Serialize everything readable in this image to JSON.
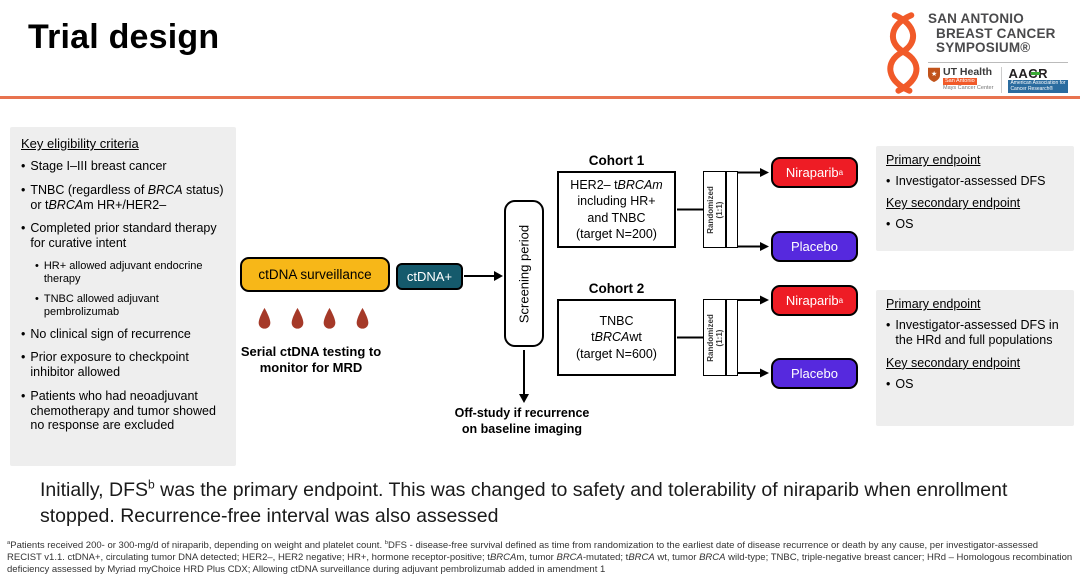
{
  "slide": {
    "title": "Trial design"
  },
  "logo": {
    "lines": [
      "SAN ANTONIO",
      "BREAST CANCER",
      "SYMPOSIUM®"
    ],
    "ut_health": "UT Health",
    "ut_sub1": "San Antonio",
    "ut_sub2": "Mays Cancer Center",
    "aacr": "AACR",
    "aacr_sub": "American Association for Cancer Research®"
  },
  "eligibility": {
    "heading": "Key eligibility criteria",
    "items": [
      {
        "level": 1,
        "rich": [
          {
            "t": "Stage I–III breast cancer"
          }
        ]
      },
      {
        "level": 1,
        "rich": [
          {
            "t": "TNBC (regardless of "
          },
          {
            "t": "BRCA",
            "s": "i"
          },
          {
            "t": " status) or t"
          },
          {
            "t": "BRCA",
            "s": "i"
          },
          {
            "t": "m HR+/HER2–"
          }
        ]
      },
      {
        "level": 1,
        "rich": [
          {
            "t": "Completed prior standard therapy for curative intent"
          }
        ]
      },
      {
        "level": 2,
        "rich": [
          {
            "t": "HR+ allowed adjuvant endocrine therapy"
          }
        ]
      },
      {
        "level": 2,
        "rich": [
          {
            "t": "TNBC allowed adjuvant pembrolizumab"
          }
        ]
      },
      {
        "level": 1,
        "rich": [
          {
            "t": "No clinical sign of recurrence"
          }
        ]
      },
      {
        "level": 1,
        "rich": [
          {
            "t": "Prior exposure to checkpoint inhibitor allowed"
          }
        ]
      },
      {
        "level": 1,
        "rich": [
          {
            "t": "Patients who had neoadjuvant chemotherapy and tumor showed no response are excluded"
          }
        ]
      }
    ]
  },
  "flow": {
    "ctdna_surveillance": "ctDNA surveillance",
    "ctdna_positive": "ctDNA+",
    "serial_note_l1": "Serial ctDNA testing to",
    "serial_note_l2": "monitor for MRD",
    "screening": "Screening period",
    "offstudy_l1": "Off-study if recurrence",
    "offstudy_l2": "on baseline imaging",
    "randomized_l1": "Randomized",
    "randomized_l2": "(1:1)"
  },
  "cohort1": {
    "header": "Cohort 1",
    "lines": [
      [
        {
          "t": "HER2– t"
        },
        {
          "t": "BRCAm",
          "s": "i"
        }
      ],
      [
        {
          "t": "including HR+"
        }
      ],
      [
        {
          "t": "and TNBC"
        }
      ],
      [
        {
          "t": "(target N=200)"
        }
      ]
    ],
    "niraparib_rich": [
      {
        "t": "Niraparib"
      },
      {
        "t": "a",
        "s": "sup"
      }
    ],
    "placebo": "Placebo"
  },
  "cohort2": {
    "header": "Cohort 2",
    "lines": [
      [
        {
          "t": "TNBC"
        }
      ],
      [
        {
          "t": "t"
        },
        {
          "t": "BRCA",
          "s": "i"
        },
        {
          "t": "wt"
        }
      ],
      [
        {
          "t": "(target N=600)"
        }
      ]
    ],
    "niraparib_rich": [
      {
        "t": "Niraparib"
      },
      {
        "t": "a",
        "s": "sup"
      }
    ],
    "placebo": "Placebo"
  },
  "endpoints1": {
    "primary_heading": "Primary endpoint",
    "primary_items": [
      "Investigator-assessed DFS"
    ],
    "secondary_heading": "Key secondary endpoint",
    "secondary_items": [
      "OS"
    ]
  },
  "endpoints2": {
    "primary_heading": "Primary endpoint",
    "primary_items": [
      "Investigator-assessed DFS in the HRd and full populations"
    ],
    "secondary_heading": "Key secondary endpoint",
    "secondary_items": [
      "OS"
    ]
  },
  "statement_rich": [
    {
      "t": "Initially, DFS"
    },
    {
      "t": "b",
      "s": "sup"
    },
    {
      "t": " was the primary endpoint. This was changed to safety and tolerability of niraparib when enrollment stopped. Recurrence-free interval was also assessed"
    }
  ],
  "footnote_rich": [
    {
      "t": "a",
      "s": "sup"
    },
    {
      "t": "Patients received 200- or 300-mg/d of niraparib, depending on weight and platelet count. "
    },
    {
      "t": "b",
      "s": "sup"
    },
    {
      "t": "DFS - disease-free survival defined as time from randomization to the earliest date of disease recurrence or death by any cause, per investigator-assessed RECIST v1.1. ctDNA+, circulating tumor DNA detected; HER2–, HER2 negative; HR+, hormone receptor-positive; t"
    },
    {
      "t": "BRCA",
      "s": "i"
    },
    {
      "t": "m, tumor "
    },
    {
      "t": "BRCA",
      "s": "i"
    },
    {
      "t": "-mutated; t"
    },
    {
      "t": "BRCA",
      "s": "i"
    },
    {
      "t": " wt, tumor "
    },
    {
      "t": "BRCA",
      "s": "i"
    },
    {
      "t": " wild-type; TNBC, triple-negative breast cancer; HRd – Homologous recombination deficiency assessed by Myriad myChoice HRD Plus CDX; Allowing ctDNA surveillance during adjuvant pembrolizumab added in amendment 1"
    }
  ],
  "colors": {
    "accent_rule": "#E8734F",
    "surveillance_box": "#F7B718",
    "ctdna_box": "#155A6C",
    "niraparib_box": "#EE1C25",
    "placebo_box": "#5629DE",
    "panel_bg": "#EEEEEE",
    "ribbon": "#F15A29",
    "aacr_green": "#3BAA35",
    "blood_drop": "#A53928"
  }
}
